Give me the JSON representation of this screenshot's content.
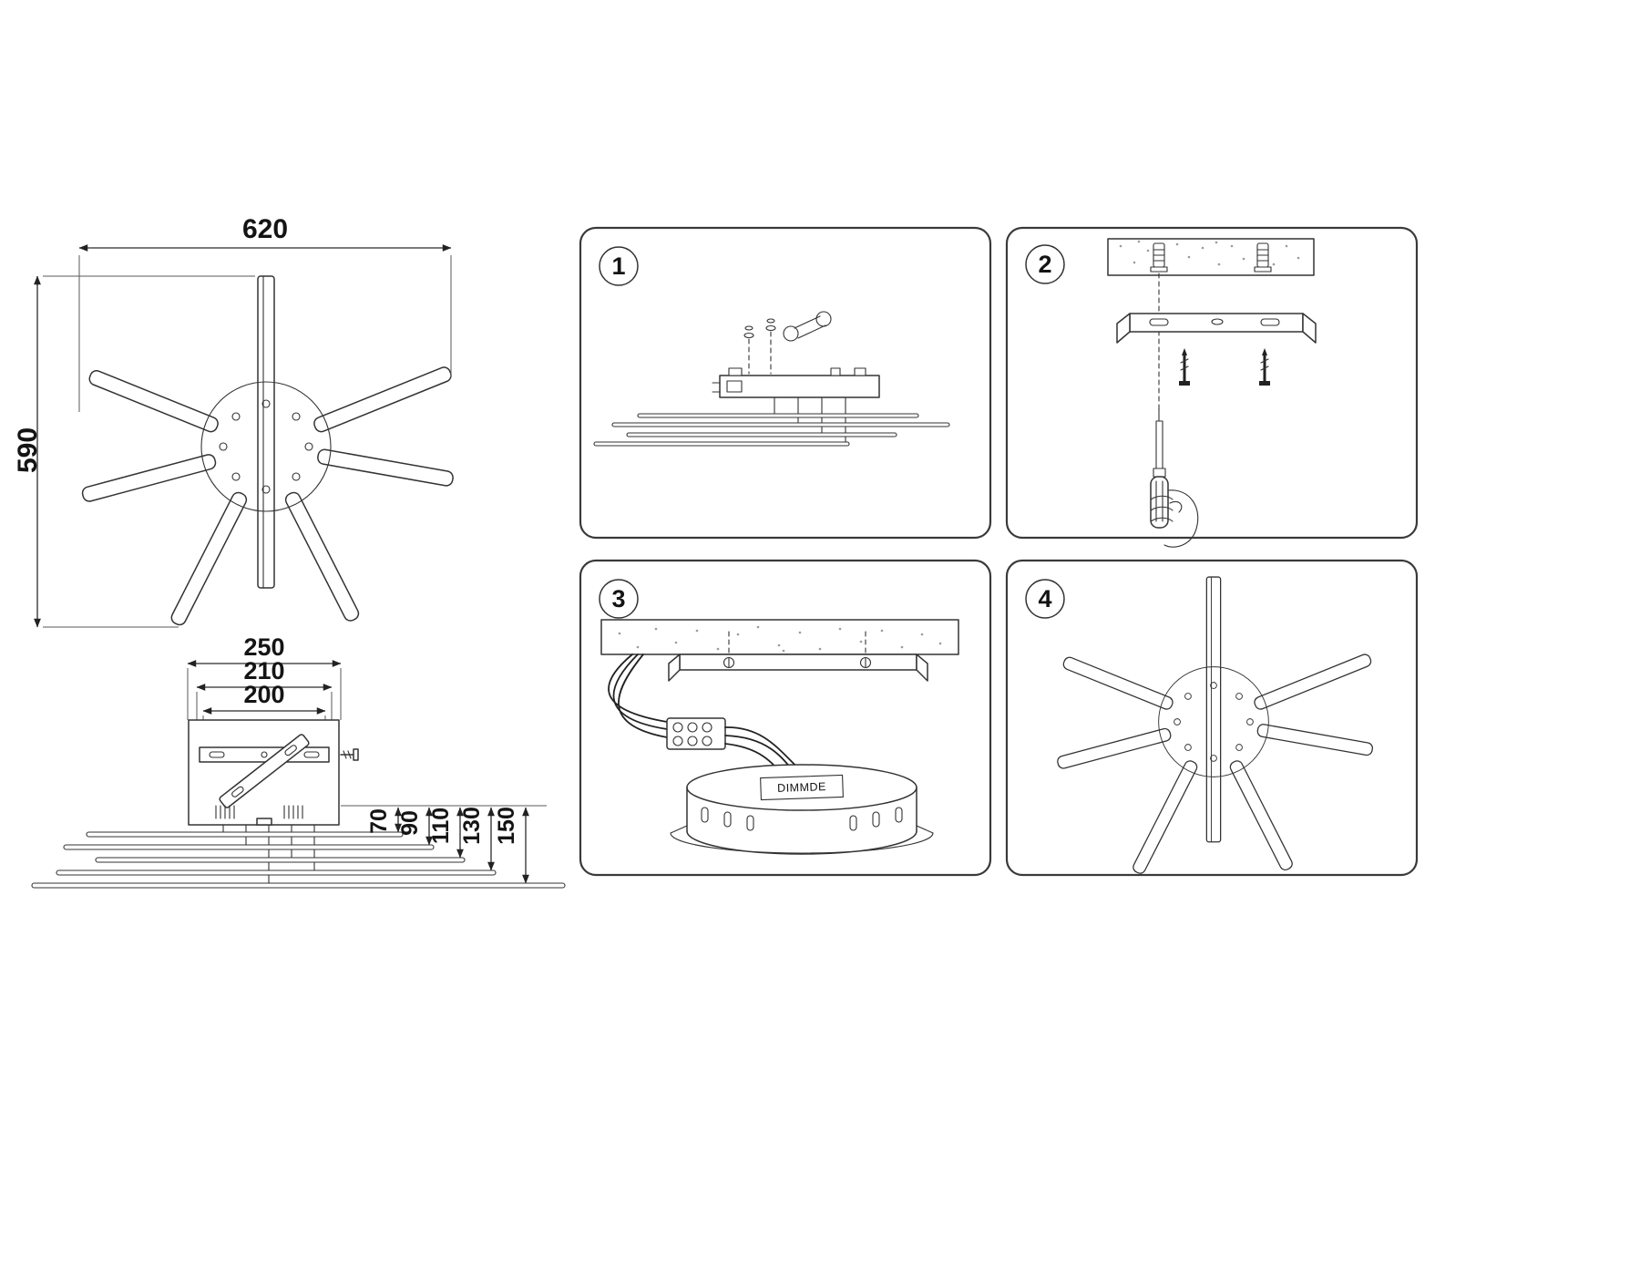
{
  "top_view": {
    "width_mm": "620",
    "height_mm": "590"
  },
  "front_view": {
    "bracket_widths": [
      "250",
      "210",
      "200"
    ],
    "arm_offsets": [
      "70",
      "90",
      "110",
      "130",
      "150"
    ]
  },
  "steps": [
    {
      "number": "1"
    },
    {
      "number": "2"
    },
    {
      "number": "3",
      "driver_label": "DIMMDE"
    },
    {
      "number": "4"
    }
  ]
}
